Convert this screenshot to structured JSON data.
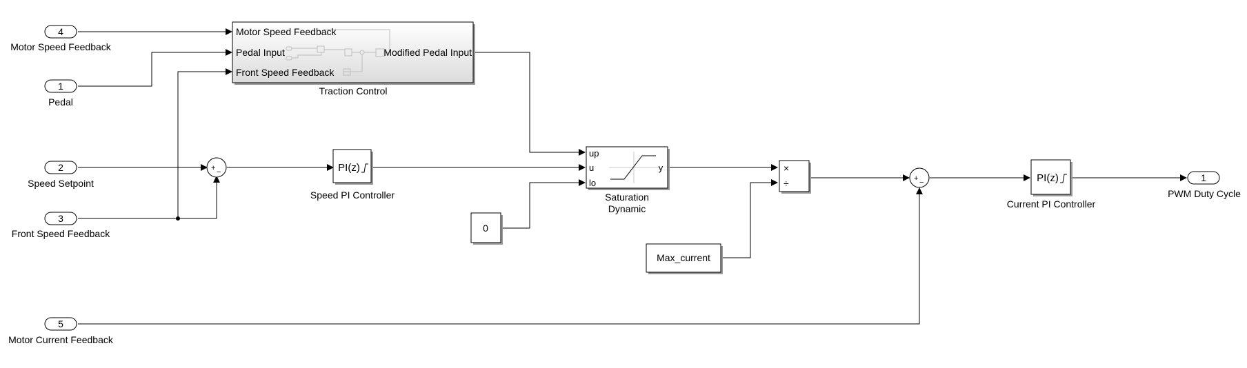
{
  "inports": [
    {
      "num": "4",
      "label": "Motor Speed Feedback"
    },
    {
      "num": "1",
      "label": "Pedal"
    },
    {
      "num": "2",
      "label": "Speed Setpoint"
    },
    {
      "num": "3",
      "label": "Front Speed Feedback"
    },
    {
      "num": "5",
      "label": "Motor Current Feedback"
    }
  ],
  "outport": {
    "num": "1",
    "label": "PWM Duty Cycle"
  },
  "traction_control": {
    "name": "Traction Control",
    "in_ports": [
      "Motor Speed Feedback",
      "Pedal Input",
      "Front Speed Feedback"
    ],
    "out_port": "Modified Pedal Input"
  },
  "speed_pi": {
    "text": "PI(z)",
    "label": "Speed PI Controller"
  },
  "current_pi": {
    "text": "PI(z)",
    "label": "Current PI Controller"
  },
  "saturation": {
    "ports_in": [
      "up",
      "u",
      "lo"
    ],
    "port_out": "y",
    "label_line1": "Saturation",
    "label_line2": "Dynamic"
  },
  "const_zero": {
    "value": "0"
  },
  "max_current": {
    "value": "Max_current"
  },
  "sum_speed": {
    "signs": [
      "+",
      "−"
    ]
  },
  "sum_current": {
    "signs": [
      "+",
      "−"
    ]
  },
  "product": {
    "ops": [
      "×",
      "÷"
    ]
  }
}
